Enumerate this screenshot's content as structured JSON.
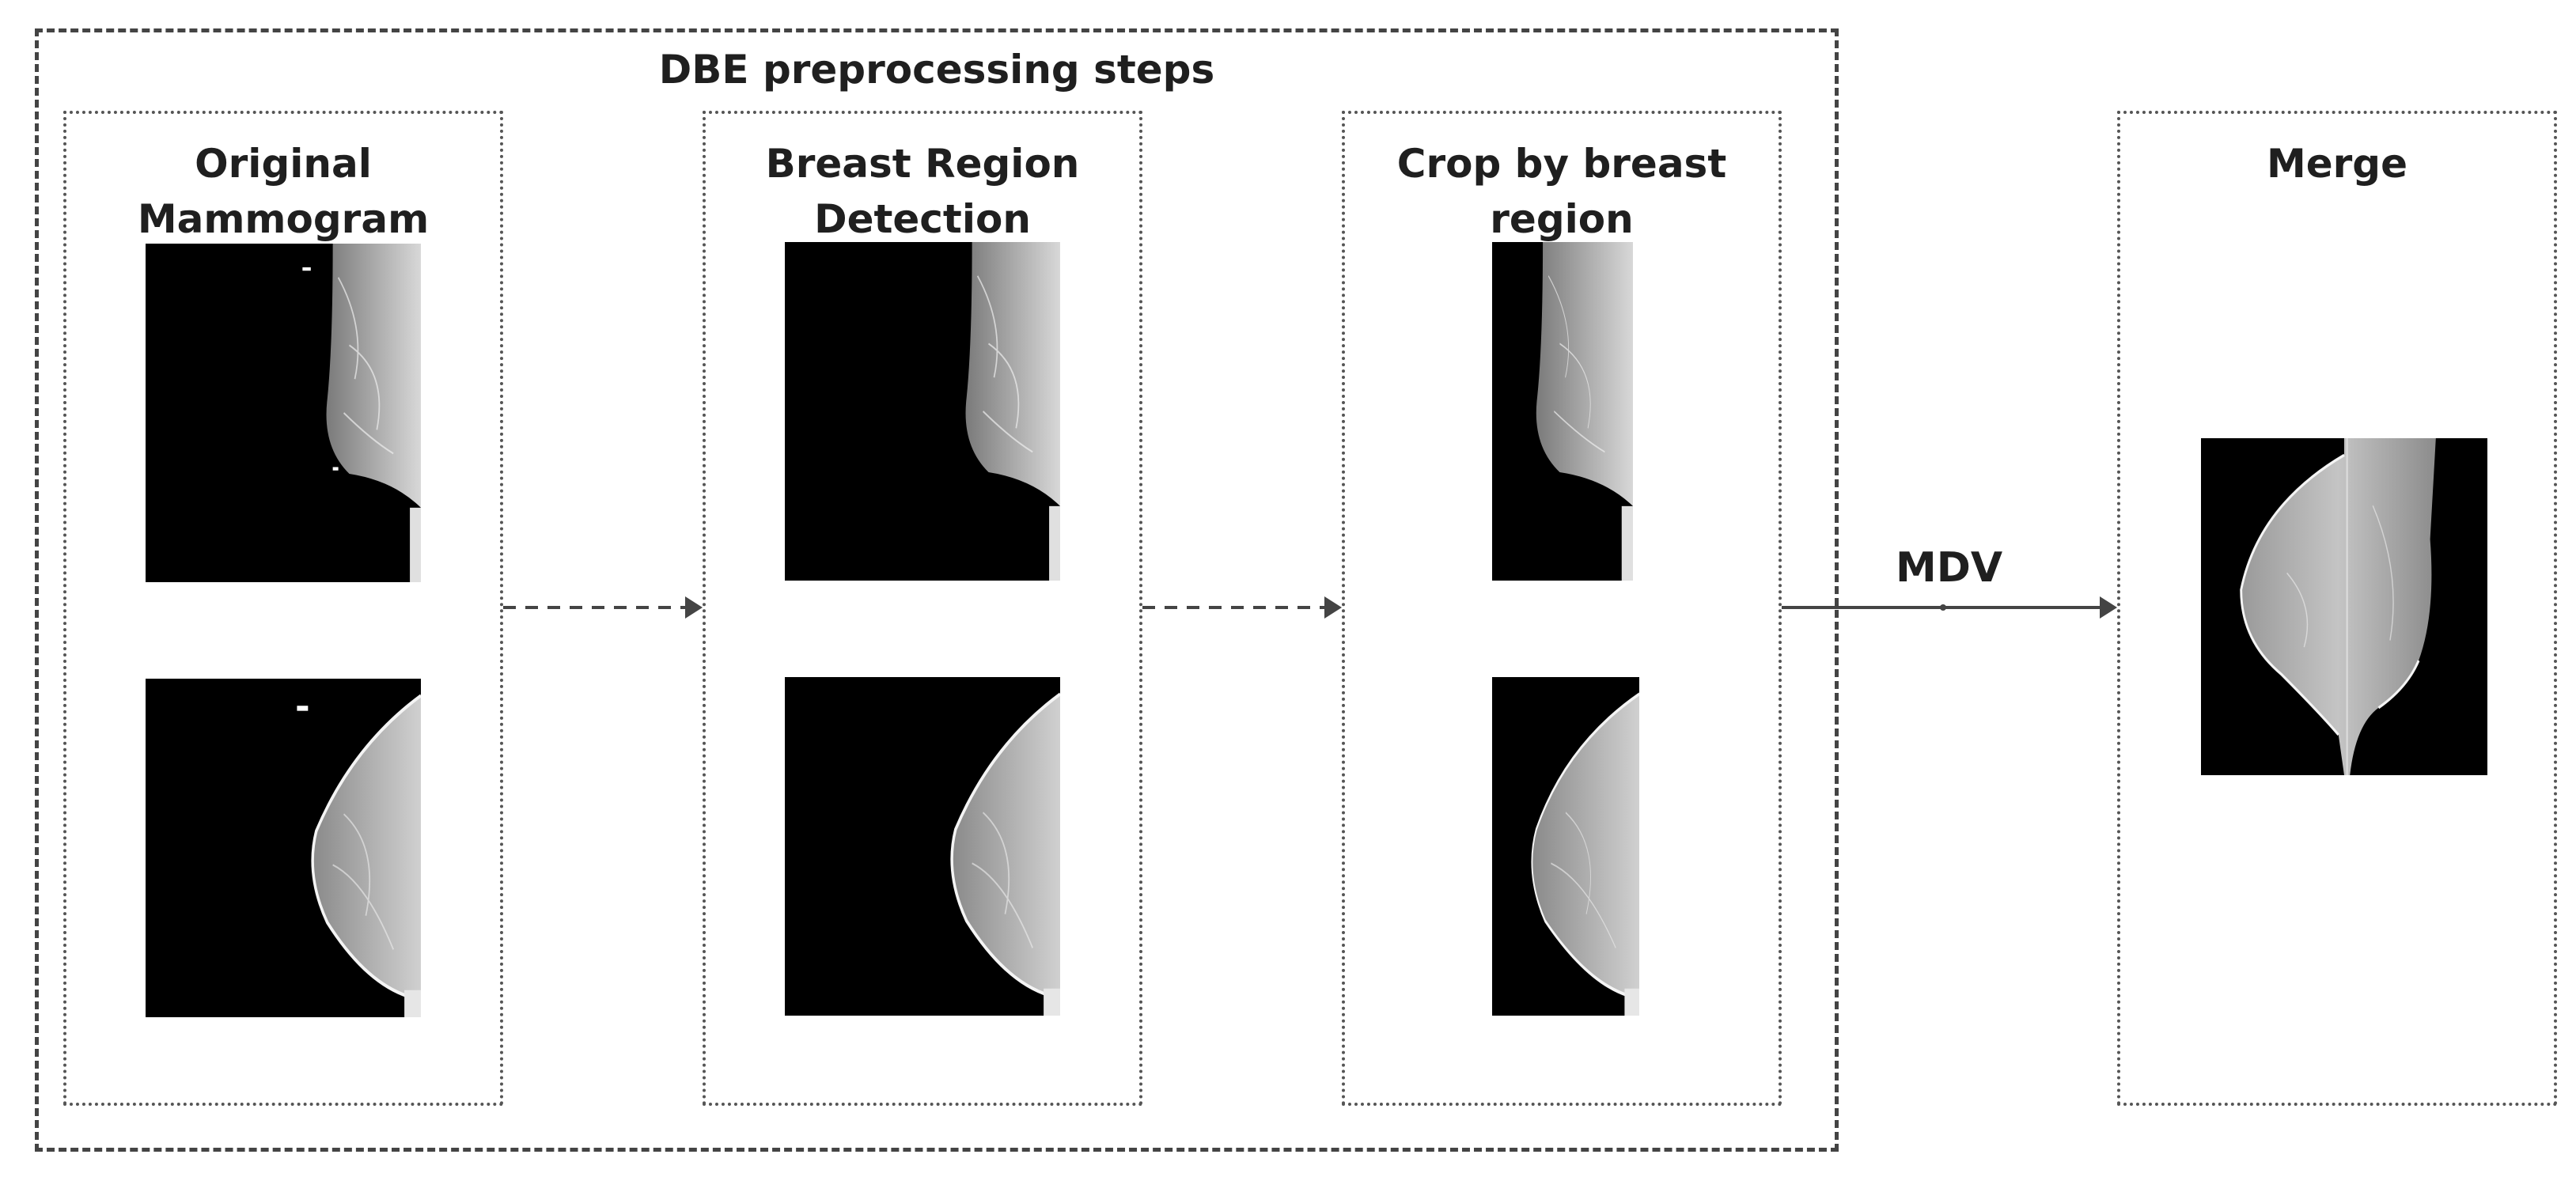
{
  "diagram": {
    "group_title": "DBE preprocessing steps",
    "panels": [
      {
        "title": "Original\nMammogram"
      },
      {
        "title": "Breast Region\nDetection"
      },
      {
        "title": "Crop by breast\nregion"
      },
      {
        "title": "Merge"
      }
    ],
    "edges": [
      {
        "from": "Original Mammogram",
        "to": "Breast Region Detection",
        "style": "dashed",
        "label": ""
      },
      {
        "from": "Breast Region Detection",
        "to": "Crop by breast region",
        "style": "dashed",
        "label": ""
      },
      {
        "from": "Crop by breast region",
        "to": "Merge",
        "style": "solid",
        "label": "MDV"
      }
    ],
    "images": [
      {
        "panel": "Original Mammogram",
        "view": "CC",
        "has_markers": true
      },
      {
        "panel": "Original Mammogram",
        "view": "MLO",
        "has_markers": true
      },
      {
        "panel": "Breast Region Detection",
        "view": "CC",
        "has_markers": false
      },
      {
        "panel": "Breast Region Detection",
        "view": "MLO",
        "has_markers": false
      },
      {
        "panel": "Crop by breast region",
        "view": "CC",
        "has_markers": false
      },
      {
        "panel": "Crop by breast region",
        "view": "MLO",
        "has_markers": false
      },
      {
        "panel": "Merge",
        "view": "merged",
        "has_markers": false
      }
    ],
    "colors": {
      "line": "#444444",
      "image_bg": "#000000",
      "tissue": "#cfcfcf"
    }
  }
}
